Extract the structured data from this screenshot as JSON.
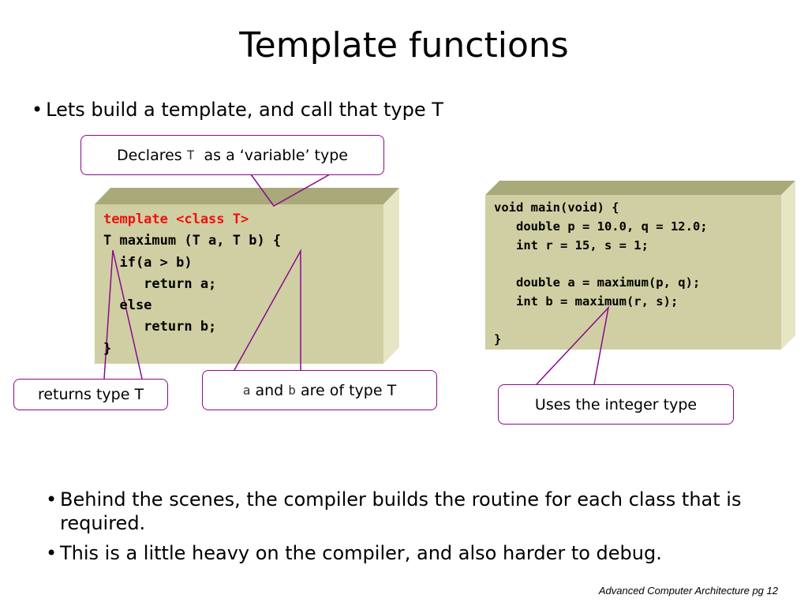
{
  "slide": {
    "title": "Template functions",
    "top_bullet": "Lets build a template, and call that type T",
    "bullet_glyph": "•"
  },
  "colors": {
    "box_face": "#cfcfa3",
    "box_top": "#a9a97a",
    "box_side": "#e6e6c4",
    "callout_border": "#8a0a8a",
    "keyword_red": "#ee1111"
  },
  "callouts": {
    "declares": {
      "prefix": "Declares",
      "code": "T",
      "suffix": "as a ‘variable’ type"
    },
    "returns": {
      "text": "returns type T"
    },
    "args": {
      "code_a": "a",
      "and": "and",
      "code_b": "b",
      "suffix": "are of type T"
    },
    "uses": {
      "text": "Uses the integer type"
    }
  },
  "code_template": {
    "line1": "template <class T>",
    "line2": "T maximum (T a, T b) {",
    "line3": "  if(a > b)",
    "line4": "     return a;",
    "line5": "  else",
    "line6": "     return b;",
    "line7": "}"
  },
  "code_main": {
    "line1": "void main(void) {",
    "line2": "   double p = 10.0, q = 12.0;",
    "line3": "   int r = 15, s = 1;",
    "line4": "",
    "line5": "   double a = maximum(p, q);",
    "line6": "   int b = maximum(r, s);",
    "line7": "",
    "line8": "}"
  },
  "bottom_bullets": [
    "Behind the scenes, the compiler builds the routine for each class that is required.",
    "This is a little heavy on the compiler, and also harder to debug."
  ],
  "footer": "Advanced Computer Architecture  pg 12"
}
